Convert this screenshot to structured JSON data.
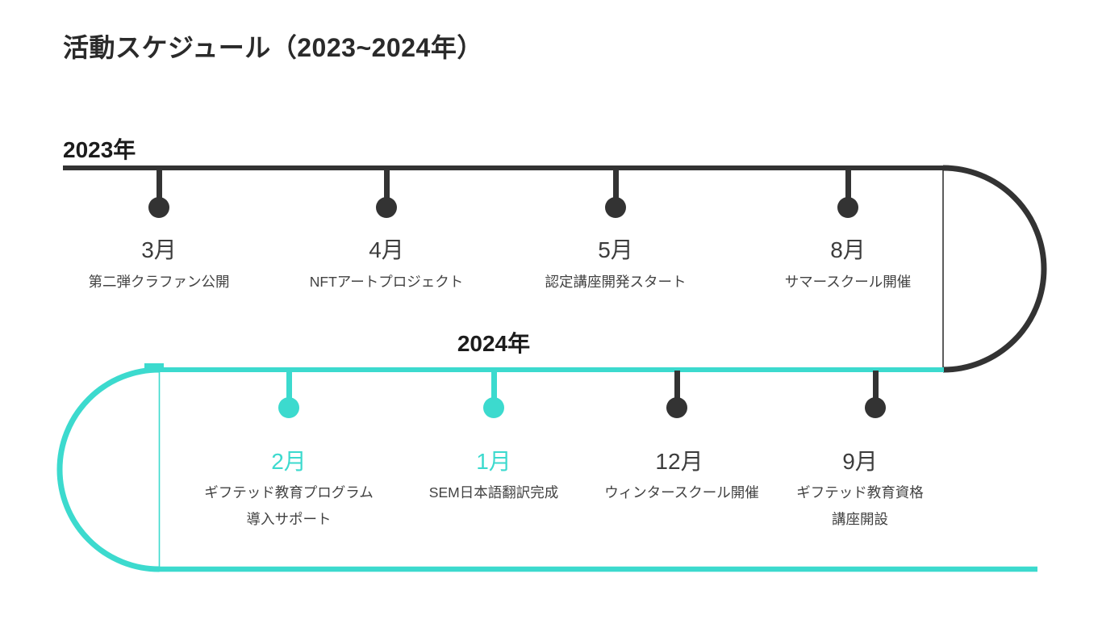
{
  "title": "活動スケジュール（2023~2024年）",
  "palette": {
    "background": "#FFFFFF",
    "track_dark": "#333333",
    "track_teal": "#3CDACE",
    "title": "#2A2A2A",
    "year": "#1C1C1C",
    "month_dark": "#3C3C3C",
    "desc": "#424242"
  },
  "rows": [
    {
      "year_label": "2023年",
      "items": [
        {
          "month": "3月",
          "desc": "第二弾クラファン公開",
          "accent": "dark"
        },
        {
          "month": "4月",
          "desc": "NFTアートプロジェクト",
          "accent": "dark"
        },
        {
          "month": "5月",
          "desc": "認定講座開発スタート",
          "accent": "dark"
        },
        {
          "month": "8月",
          "desc": "サマースクール開催",
          "accent": "dark"
        }
      ]
    },
    {
      "year_label": "2024年",
      "items": [
        {
          "month": "2月",
          "desc": "ギフテッド教育プログラム\n導入サポート",
          "accent": "teal"
        },
        {
          "month": "1月",
          "desc": "SEM日本語翻訳完成",
          "accent": "teal"
        },
        {
          "month": "12月",
          "desc": "ウィンタースクール開催",
          "accent": "dark"
        },
        {
          "month": "9月",
          "desc": "ギフテッド教育資格\n講座開設",
          "accent": "dark"
        }
      ]
    }
  ]
}
